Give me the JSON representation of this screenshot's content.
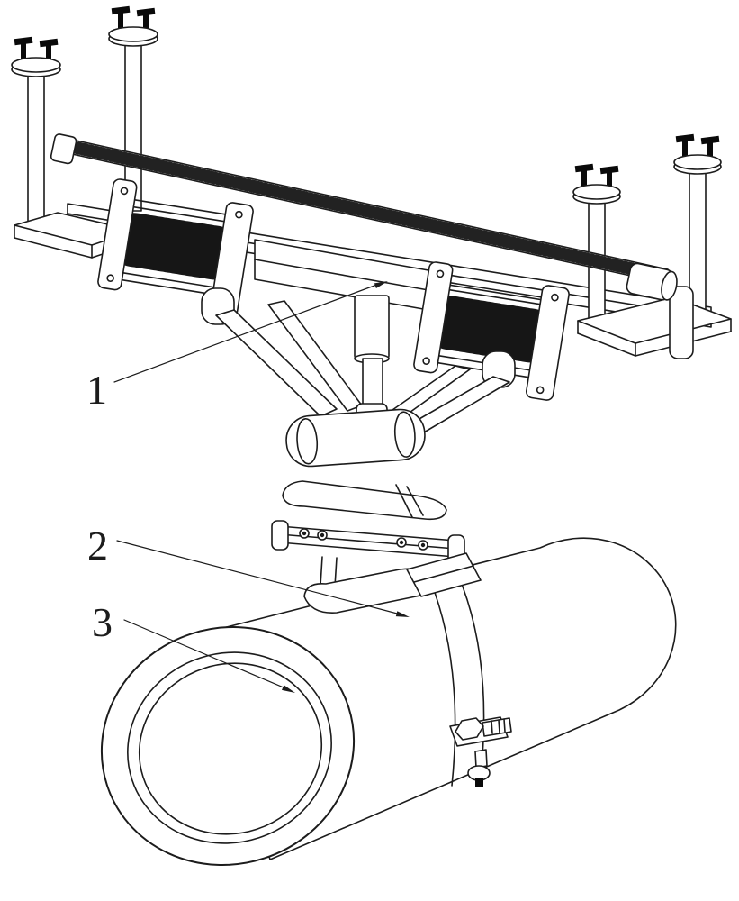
{
  "figure": {
    "type": "patent-line-drawing",
    "background_color": "#ffffff",
    "line_color": "#1c1c1c",
    "labels": [
      {
        "text": "1"
      },
      {
        "text": "2"
      },
      {
        "text": "3"
      }
    ]
  }
}
